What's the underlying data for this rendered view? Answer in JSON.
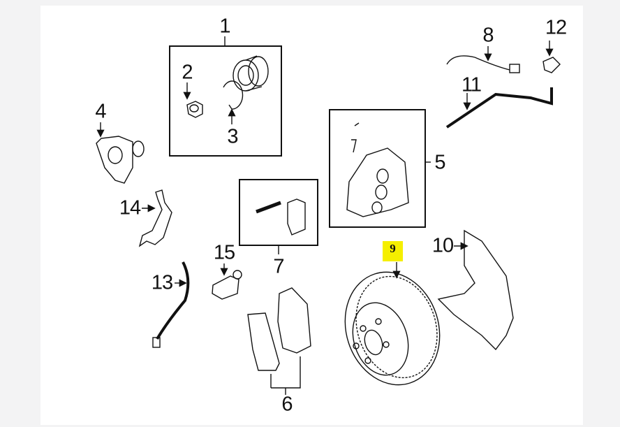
{
  "diagram": {
    "title": "Front brake components exploded view",
    "callouts": [
      {
        "id": "1",
        "label": "1"
      },
      {
        "id": "2",
        "label": "2"
      },
      {
        "id": "3",
        "label": "3"
      },
      {
        "id": "4",
        "label": "4"
      },
      {
        "id": "5",
        "label": "5"
      },
      {
        "id": "6",
        "label": "6"
      },
      {
        "id": "7",
        "label": "7"
      },
      {
        "id": "8",
        "label": "8"
      },
      {
        "id": "9",
        "label": "9"
      },
      {
        "id": "10",
        "label": "10"
      },
      {
        "id": "11",
        "label": "11"
      },
      {
        "id": "12",
        "label": "12"
      },
      {
        "id": "13",
        "label": "13"
      },
      {
        "id": "14",
        "label": "14"
      },
      {
        "id": "15",
        "label": "15"
      }
    ],
    "highlighted": "9",
    "highlight_color": "#f5ef00"
  }
}
